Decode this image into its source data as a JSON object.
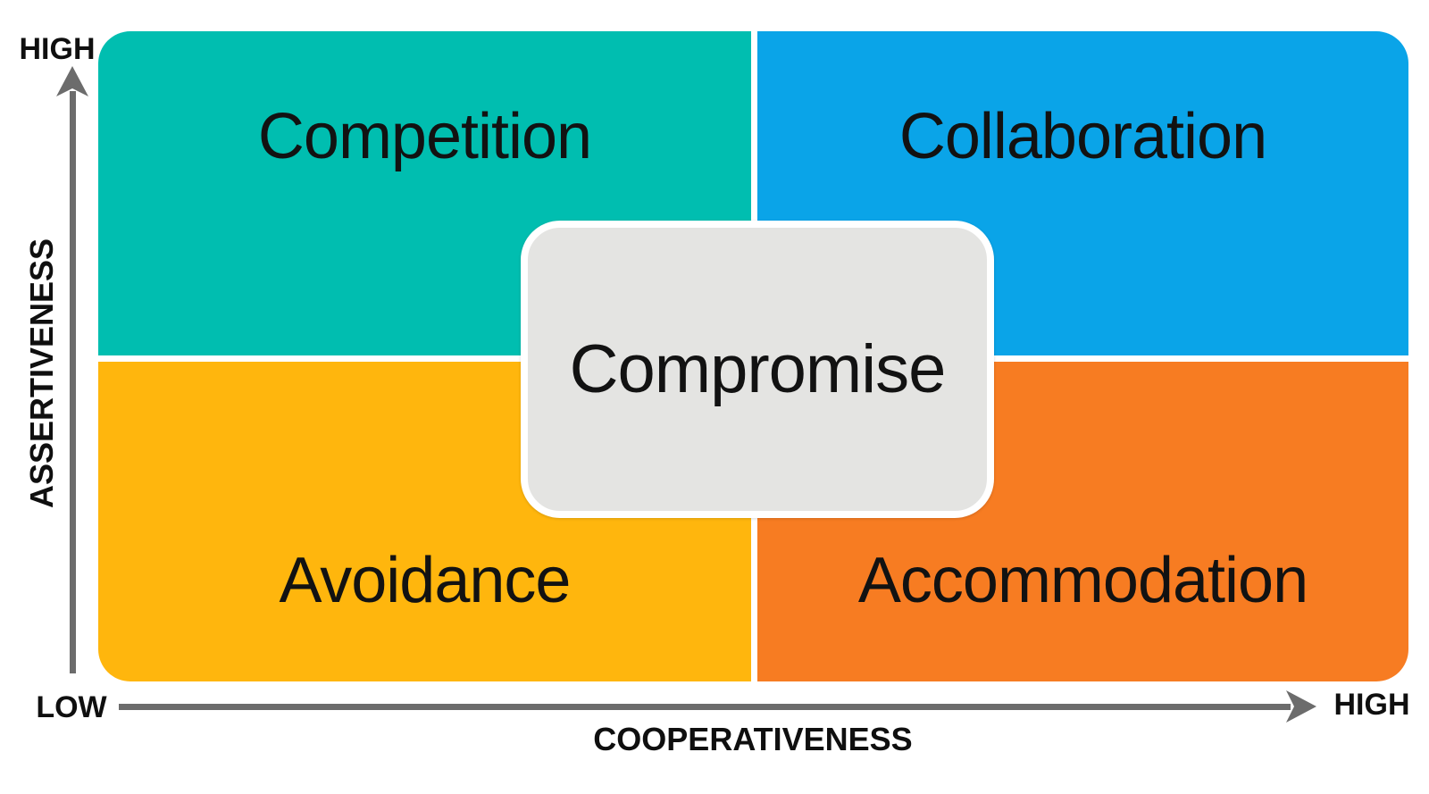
{
  "diagram": {
    "type": "quadrant-matrix",
    "subject": "conflict-management-styles",
    "quadrants": [
      {
        "label": "Competition",
        "color": "#00BEB0",
        "position": "top-left",
        "assertiveness": "high",
        "cooperativeness": "low"
      },
      {
        "label": "Collaboration",
        "color": "#0AA4E8",
        "position": "top-right",
        "assertiveness": "high",
        "cooperativeness": "high"
      },
      {
        "label": "Avoidance",
        "color": "#FFB60D",
        "position": "bottom-left",
        "assertiveness": "low",
        "cooperativeness": "low"
      },
      {
        "label": "Accommodation",
        "color": "#F77C22",
        "position": "bottom-right",
        "assertiveness": "low",
        "cooperativeness": "high"
      }
    ],
    "center_card": {
      "label": "Compromise",
      "fill": "#E4E4E2",
      "border_color": "#FFFFFF"
    },
    "axes": {
      "color": "#6C6C6C",
      "y_axis": {
        "title": "ASSERTIVENESS",
        "top_label": "HIGH",
        "direction": "up"
      },
      "x_axis": {
        "title": "COOPERATIVENESS",
        "right_label": "HIGH",
        "direction": "right"
      },
      "origin_label": "LOW"
    },
    "text_color": "#121212"
  }
}
